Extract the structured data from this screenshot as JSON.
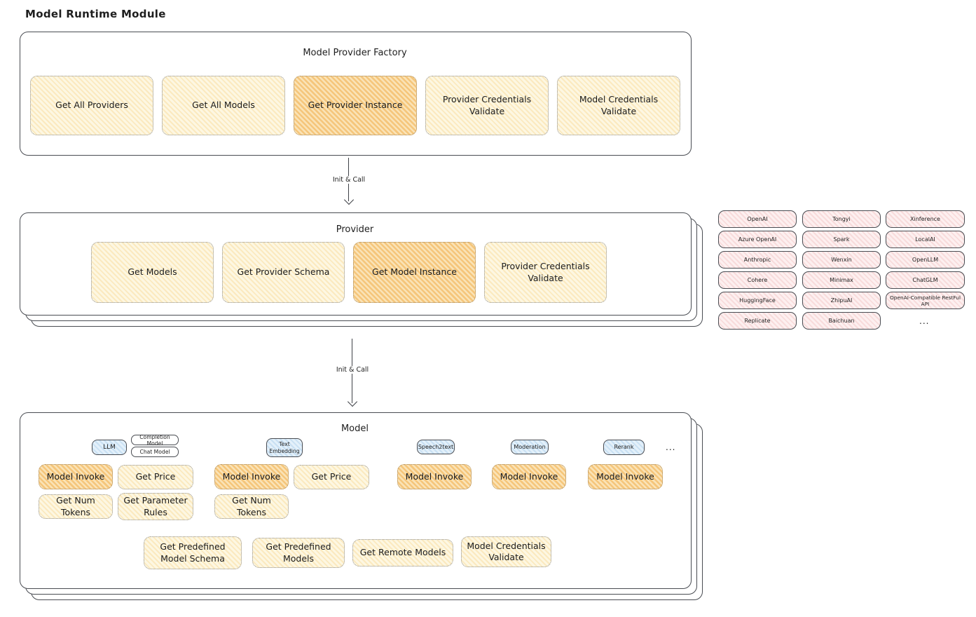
{
  "title": "Model Runtime Module",
  "arrows": {
    "label1": "Init & Call",
    "label2": "Init & Call"
  },
  "factory": {
    "title": "Model Provider Factory",
    "buttons": [
      {
        "label": "Get All Providers",
        "highlighted": false
      },
      {
        "label": "Get All Models",
        "highlighted": false
      },
      {
        "label": "Get Provider Instance",
        "highlighted": true
      },
      {
        "label": "Provider Credentials Validate",
        "highlighted": false
      },
      {
        "label": "Model Credentials Validate",
        "highlighted": false
      }
    ]
  },
  "provider": {
    "title": "Provider",
    "buttons": [
      {
        "label": "Get Models",
        "highlighted": false
      },
      {
        "label": "Get Provider Schema",
        "highlighted": false
      },
      {
        "label": "Get Model Instance",
        "highlighted": true
      },
      {
        "label": "Provider Credentials Validate",
        "highlighted": false
      }
    ]
  },
  "providers_grid": {
    "items": [
      "OpenAI",
      "Tongyi",
      "Xinference",
      "Azure OpenAI",
      "Spark",
      "LocalAI",
      "Anthropic",
      "Wenxin",
      "OpenLLM",
      "Cohere",
      "Minimax",
      "ChatGLM",
      "HuggingFace",
      "ZhipuAI",
      "OpenAI-Compatible RestFul API",
      "Replicate",
      "Baichuan"
    ],
    "more": "..."
  },
  "model": {
    "title": "Model",
    "more": "...",
    "groups": [
      {
        "tab": "LLM",
        "sub_tabs": [
          {
            "label": "Completion Model"
          },
          {
            "label": "Chat Model"
          }
        ],
        "buttons": [
          {
            "label": "Model Invoke",
            "highlighted": true
          },
          {
            "label": "Get Price",
            "highlighted": false
          },
          {
            "label": "Get Num Tokens",
            "highlighted": false
          },
          {
            "label": "Get Parameter Rules",
            "highlighted": false
          }
        ]
      },
      {
        "tab": "Text Embedding",
        "buttons": [
          {
            "label": "Model Invoke",
            "highlighted": true
          },
          {
            "label": "Get Price",
            "highlighted": false
          },
          {
            "label": "Get Num Tokens",
            "highlighted": false
          }
        ]
      },
      {
        "tab": "Speech2text",
        "buttons": [
          {
            "label": "Model Invoke",
            "highlighted": true
          }
        ]
      },
      {
        "tab": "Moderation",
        "buttons": [
          {
            "label": "Model Invoke",
            "highlighted": true
          }
        ]
      },
      {
        "tab": "Rerank",
        "buttons": [
          {
            "label": "Model Invoke",
            "highlighted": true
          }
        ]
      }
    ],
    "shared_buttons": [
      {
        "label": "Get Predefined Model Schema"
      },
      {
        "label": "Get Predefined Models"
      },
      {
        "label": "Get Remote Models"
      },
      {
        "label": "Model Credentials Validate"
      }
    ]
  },
  "colors": {
    "highlight_orange": "#f5b041",
    "node_yellow": "#fdf7e2",
    "provider_pink": "#fdf0f0",
    "tab_blue": "#e3f0fa",
    "stroke": "#494c52"
  }
}
